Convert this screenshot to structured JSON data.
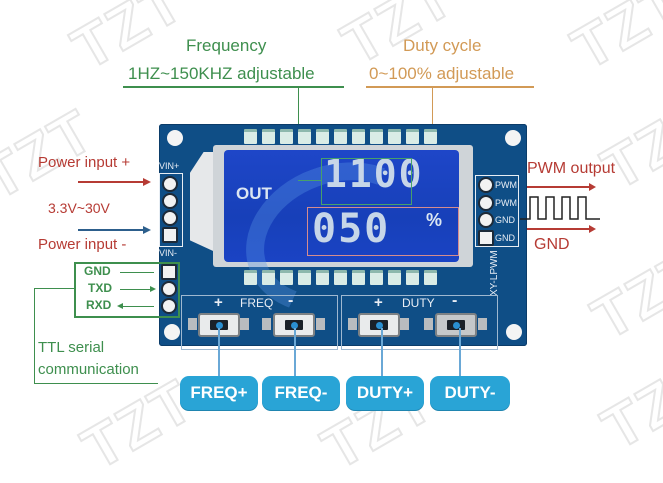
{
  "watermark": "TZT",
  "frequency": {
    "title": "Frequency",
    "range": "1HZ~150KHZ adjustable",
    "color": "#3e8f4e"
  },
  "duty": {
    "title": "Duty cycle",
    "range": "0~100% adjustable",
    "color": "#d29a56"
  },
  "power": {
    "plus_label": "Power input +",
    "voltage": "3.3V~30V",
    "minus_label": "Power input -",
    "label_color": "#b63b34"
  },
  "serial": {
    "pins": [
      "GND",
      "TXD",
      "RXD"
    ],
    "label_line1": "TTL serial",
    "label_line2": "communication",
    "color": "#3e8f4e"
  },
  "output": {
    "pwm_label": "PWM output",
    "gnd_label": "GND",
    "color": "#b63b34"
  },
  "board": {
    "silk_vin_plus": "VIN+",
    "silk_vin_minus": "VIN-",
    "right_header": [
      "PWM",
      "PWM",
      "GND",
      "GND"
    ],
    "freq_section": {
      "plus": "+",
      "label": "FREQ",
      "minus": "-"
    },
    "duty_section": {
      "plus": "+",
      "label": "DUTY",
      "minus": "-"
    },
    "model": "XY-LPWM",
    "pcb_color": "#0f4e86"
  },
  "lcd": {
    "out_label": "OUT",
    "top_value": "1100",
    "bottom_value": "050",
    "percent": "%",
    "bg_color": "#1e46c8"
  },
  "buttons": [
    {
      "label": "FREQ+"
    },
    {
      "label": "FREQ-"
    },
    {
      "label": "DUTY+"
    },
    {
      "label": "DUTY-"
    }
  ],
  "pill_color": "#29a4d6"
}
